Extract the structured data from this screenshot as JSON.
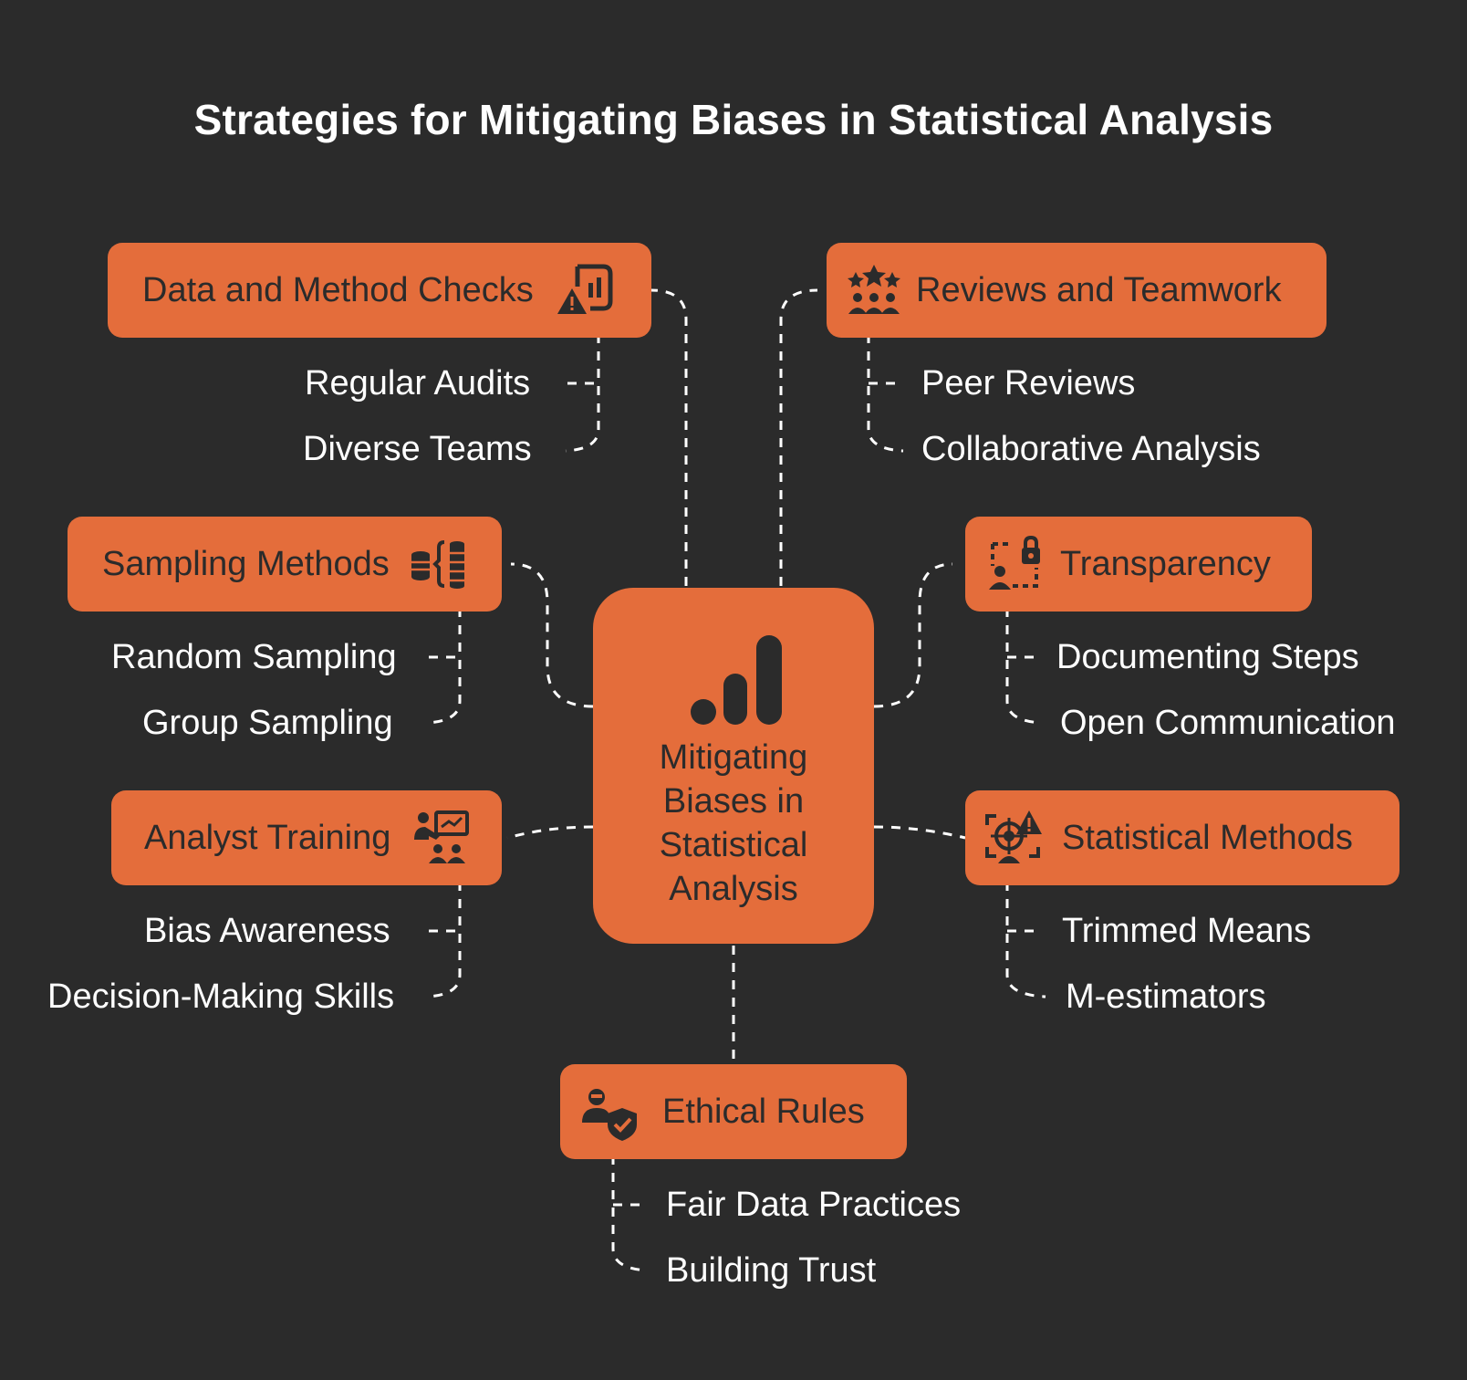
{
  "title": "Strategies for Mitigating Biases in Statistical Analysis",
  "center": {
    "label": "Mitigating Biases in Statistical Analysis",
    "icon": "bar-chart-icon"
  },
  "branches": {
    "data_checks": {
      "label": "Data and Method Checks",
      "icon": "report-warning-icon",
      "items": [
        "Regular Audits",
        "Diverse Teams"
      ]
    },
    "reviews": {
      "label": "Reviews and Teamwork",
      "icon": "team-stars-icon",
      "items": [
        "Peer Reviews",
        "Collaborative Analysis"
      ]
    },
    "sampling": {
      "label": "Sampling Methods",
      "icon": "database-sampling-icon",
      "items": [
        "Random Sampling",
        "Group Sampling"
      ]
    },
    "transparency": {
      "label": "Transparency",
      "icon": "user-lock-icon",
      "items": [
        "Documenting Steps",
        "Open Communication"
      ]
    },
    "training": {
      "label": "Analyst Training",
      "icon": "presenter-icon",
      "items": [
        "Bias Awareness",
        "Decision-Making Skills"
      ]
    },
    "statistical": {
      "label": "Statistical Methods",
      "icon": "target-warning-icon",
      "items": [
        "Trimmed Means",
        "M-estimators"
      ]
    },
    "ethical": {
      "label": "Ethical Rules",
      "icon": "user-shield-icon",
      "items": [
        "Fair Data Practices",
        "Building Trust"
      ]
    }
  },
  "colors": {
    "background": "#2b2b2b",
    "box": "#e46d3b",
    "box_text": "#2b2b2b",
    "sub_text": "#ffffff"
  }
}
